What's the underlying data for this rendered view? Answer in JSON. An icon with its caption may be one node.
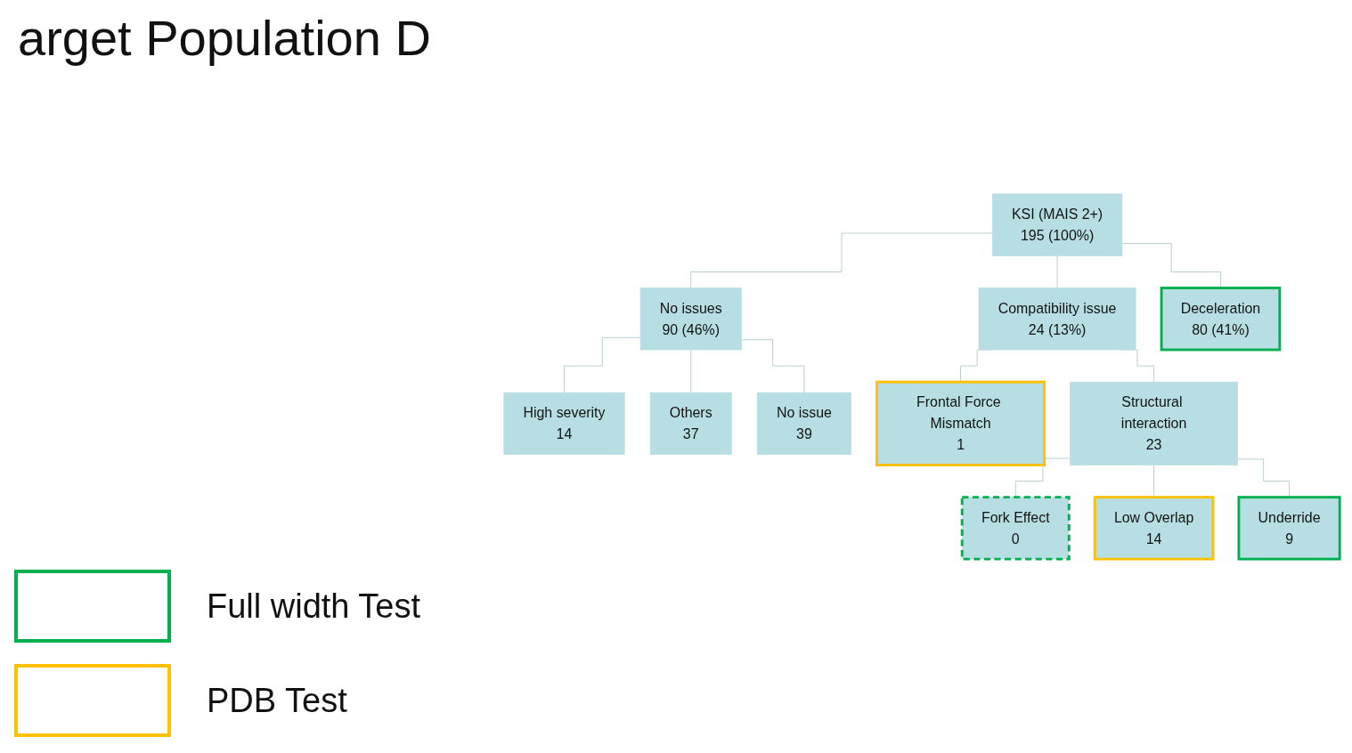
{
  "diagram": {
    "title": "arget Population D",
    "nodes": [
      {
        "text": [
          "KSI (MAIS 2+)",
          "195 (100%)"
        ]
      },
      {
        "text": [
          "No issues",
          "90 (46%)"
        ]
      },
      {
        "text": [
          "Compatibility issue",
          "24 (13%)"
        ]
      },
      {
        "text": [
          "Deceleration",
          "80 (41%)"
        ]
      },
      {
        "text": [
          "High severity",
          "14"
        ]
      },
      {
        "text": [
          "Others",
          "37"
        ]
      },
      {
        "text": [
          "Frontal Force Mismatch",
          "1"
        ]
      },
      {
        "text": [
          "Structural interaction",
          "23"
        ]
      },
      {
        "text": [
          "No issue",
          "39"
        ]
      },
      {
        "text": [
          "Fork Effect",
          "0"
        ]
      },
      {
        "text": [
          "Low Overlap",
          "14"
        ]
      },
      {
        "text": [
          "Underride",
          "9"
        ]
      }
    ],
    "edges": [
      {
        "from": 0,
        "to": 1,
        "arrow": "none"
      },
      {
        "from": 0,
        "to": 2,
        "arrow": "none"
      },
      {
        "from": 0,
        "to": 3,
        "arrow": "none"
      },
      {
        "from": 1,
        "to": 4,
        "arrow": "none"
      },
      {
        "from": 1,
        "to": 5,
        "arrow": "none"
      },
      {
        "from": 1,
        "to": 8,
        "arrow": "none"
      },
      {
        "from": 2,
        "to": 6,
        "arrow": "none"
      },
      {
        "from": 2,
        "to": 7,
        "arrow": "none"
      },
      {
        "from": 7,
        "to": 9,
        "arrow": "none"
      },
      {
        "from": 7,
        "to": 10,
        "arrow": "none"
      },
      {
        "from": 7,
        "to": 11,
        "arrow": "none"
      }
    ],
    "legend": [
      {
        "text": "Full width Test"
      },
      {
        "text": "PDB Test"
      }
    ]
  }
}
